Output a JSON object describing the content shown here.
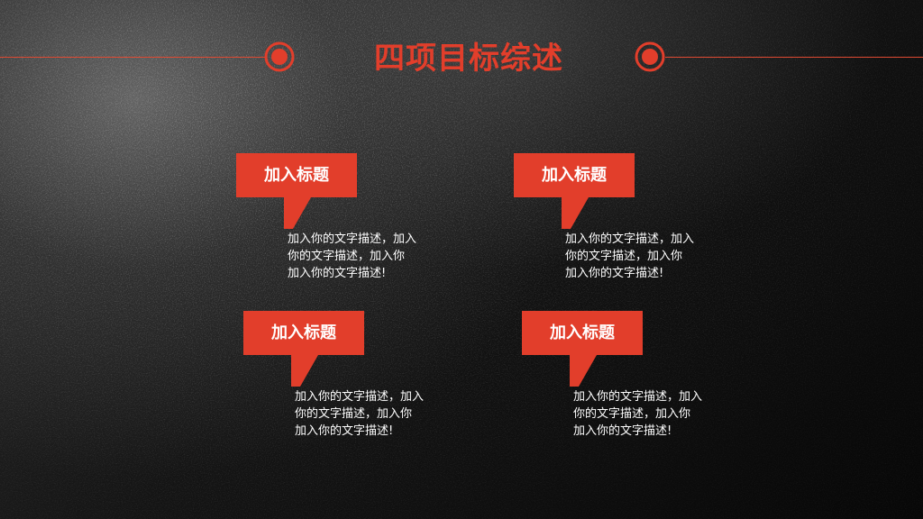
{
  "slide": {
    "title": "四项目标综述",
    "accent_color": "#e23e2b",
    "icons": [
      "target-icon",
      "target-icon"
    ]
  },
  "items": [
    {
      "heading": "加入标题",
      "text": "加入你的文字描述，加入\n你的文字描述，加入你\n加入你的文字描述!"
    },
    {
      "heading": "加入标题",
      "text": "加入你的文字描述，加入\n你的文字描述，加入你\n加入你的文字描述!"
    },
    {
      "heading": "加入标题",
      "text": "加入你的文字描述，加入\n你的文字描述，加入你\n加入你的文字描述!"
    },
    {
      "heading": "加入标题",
      "text": "加入你的文字描述，加入\n你的文字描述，加入你\n加入你的文字描述!"
    }
  ]
}
